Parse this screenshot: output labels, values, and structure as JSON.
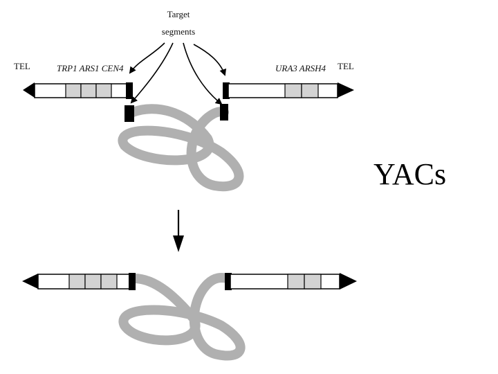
{
  "labels": {
    "target_line1": "Target",
    "target_line2": "segments",
    "tel_left": "TEL",
    "tel_right": "TEL",
    "left_markers": "TRP1 ARS1 CEN4",
    "right_markers": "URA3 ARSH4"
  },
  "title": "YACs",
  "colors": {
    "loop": "#b0b0b0",
    "marker": "#d3d3d3",
    "block": "#000000"
  }
}
